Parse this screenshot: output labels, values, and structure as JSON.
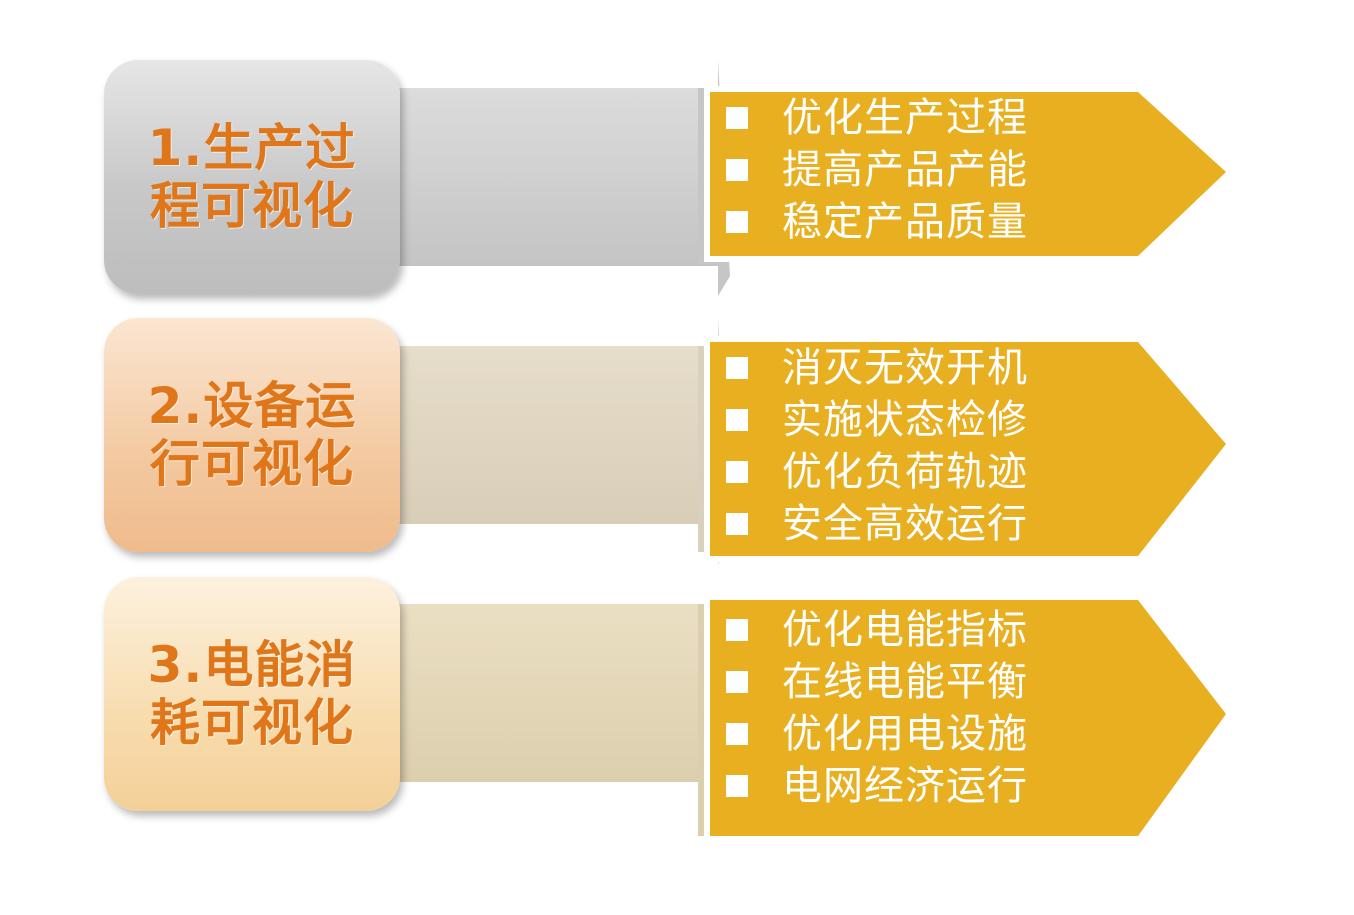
{
  "rows": [
    {
      "title_line1": "1.生产过",
      "title_line2": "程可视化",
      "items": [
        "优化生产过程",
        "提高产品产能",
        "稳定产品质量"
      ]
    },
    {
      "title_line1": "2.设备运",
      "title_line2": "行可视化",
      "items": [
        "消灭无效开机",
        "实施状态检修",
        "优化负荷轨迹",
        "安全高效运行"
      ]
    },
    {
      "title_line1": "3.电能消",
      "title_line2": "耗可视化",
      "items": [
        "优化电能指标",
        "在线电能平衡",
        "优化用电设施",
        "电网经济运行"
      ]
    }
  ],
  "colors": {
    "title_text": "#e0761a",
    "arrow_fill": "#e8b020",
    "row1_box": "#c8c8c8",
    "row2_box": "#f2c8a0",
    "row3_box": "#f6d9a8",
    "row1_band": "#cfcfcf",
    "row2_band": "#ddd3bf",
    "row3_band": "#e2d5b7"
  }
}
